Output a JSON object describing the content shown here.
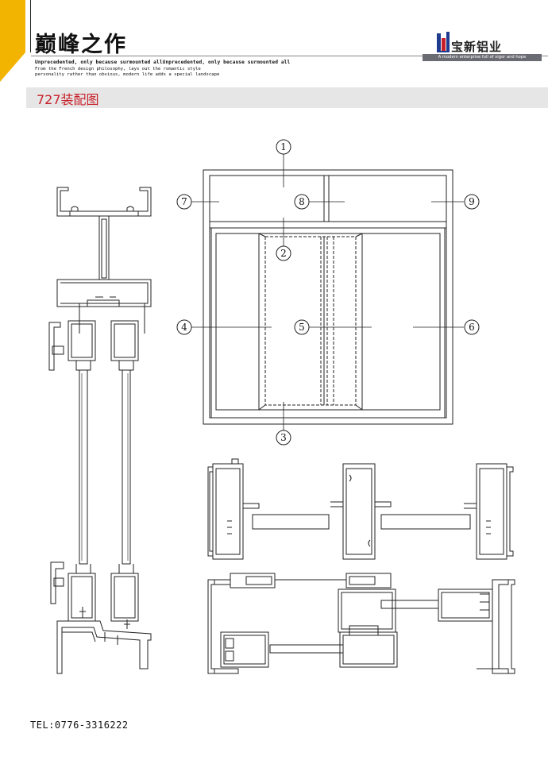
{
  "header": {
    "title": "巅峰之作",
    "tagline_bold": "Unprecedented, only because surmounted allUnprecedented, only because surmounted all",
    "tagline_lines": [
      "From the French design philosophy, lays out the romantic style",
      "personality rather than obvious, modern life adds a special landscape"
    ]
  },
  "brand": {
    "name": "宝新铝业",
    "slogan": "A modern enterprise full of vigor and hope"
  },
  "section": {
    "title": "727装配图"
  },
  "callouts": [
    "1",
    "2",
    "3",
    "4",
    "5",
    "6",
    "7",
    "8",
    "9"
  ],
  "footer": {
    "tel": "TEL:0776-3316222"
  },
  "colors": {
    "accent_yellow": "#f2b400",
    "title_red": "#c8202a",
    "logo_red": "#c8202a",
    "logo_blue": "#1f3b8f"
  }
}
